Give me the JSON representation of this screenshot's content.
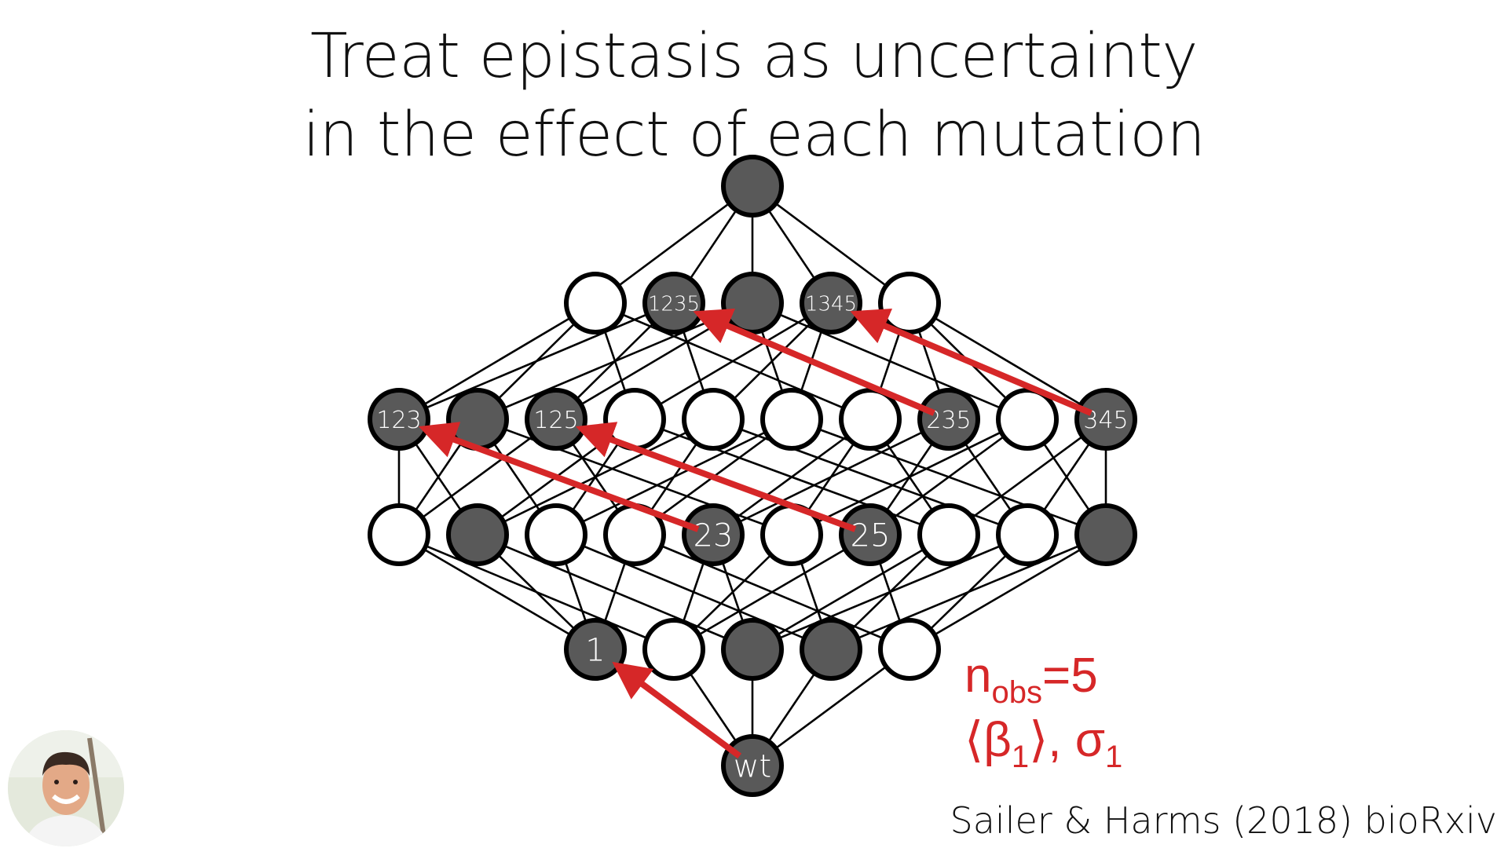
{
  "slide": {
    "title_line1": "Treat epistasis as uncertainty",
    "title_line2": "in the effect of each mutation",
    "citation": "Sailer & Harms (2018) bioRxiv"
  },
  "annotation": {
    "n_base": "n",
    "n_sub": "obs",
    "n_value": "=5",
    "beta_open": "⟨β",
    "beta_sub": "1",
    "beta_close": "⟩, σ",
    "sigma_sub": "1"
  },
  "colors": {
    "filled_node": "#595959",
    "empty_node": "#ffffff",
    "edge": "#000000",
    "arrow": "#d62728",
    "annotation": "#d62728"
  },
  "diagram": {
    "type": "genotype-phenotype map lattice",
    "rows": [
      {
        "order": 5,
        "nodes": [
          {
            "id": "12345",
            "label": "",
            "filled": true,
            "muts": [
              1,
              2,
              3,
              4,
              5
            ]
          }
        ]
      },
      {
        "order": 4,
        "nodes": [
          {
            "id": "1234",
            "label": "",
            "filled": false,
            "muts": [
              1,
              2,
              3,
              4
            ]
          },
          {
            "id": "1235",
            "label": "1235",
            "filled": true,
            "muts": [
              1,
              2,
              3,
              5
            ]
          },
          {
            "id": "1245",
            "label": "",
            "filled": true,
            "muts": [
              1,
              2,
              4,
              5
            ]
          },
          {
            "id": "1345",
            "label": "1345",
            "filled": true,
            "muts": [
              1,
              3,
              4,
              5
            ]
          },
          {
            "id": "2345",
            "label": "",
            "filled": false,
            "muts": [
              2,
              3,
              4,
              5
            ]
          }
        ]
      },
      {
        "order": 3,
        "nodes": [
          {
            "id": "123",
            "label": "123",
            "filled": true,
            "muts": [
              1,
              2,
              3
            ]
          },
          {
            "id": "124",
            "label": "",
            "filled": true,
            "muts": [
              1,
              2,
              4
            ]
          },
          {
            "id": "125",
            "label": "125",
            "filled": true,
            "muts": [
              1,
              2,
              5
            ]
          },
          {
            "id": "134",
            "label": "",
            "filled": false,
            "muts": [
              1,
              3,
              4
            ]
          },
          {
            "id": "135",
            "label": "",
            "filled": false,
            "muts": [
              1,
              3,
              5
            ]
          },
          {
            "id": "145",
            "label": "",
            "filled": false,
            "muts": [
              1,
              4,
              5
            ]
          },
          {
            "id": "234",
            "label": "",
            "filled": false,
            "muts": [
              2,
              3,
              4
            ]
          },
          {
            "id": "235",
            "label": "235",
            "filled": true,
            "muts": [
              2,
              3,
              5
            ]
          },
          {
            "id": "245",
            "label": "",
            "filled": false,
            "muts": [
              2,
              4,
              5
            ]
          },
          {
            "id": "345",
            "label": "345",
            "filled": true,
            "muts": [
              3,
              4,
              5
            ]
          }
        ]
      },
      {
        "order": 2,
        "nodes": [
          {
            "id": "12",
            "label": "",
            "filled": false,
            "muts": [
              1,
              2
            ]
          },
          {
            "id": "13",
            "label": "",
            "filled": true,
            "muts": [
              1,
              3
            ]
          },
          {
            "id": "14",
            "label": "",
            "filled": false,
            "muts": [
              1,
              4
            ]
          },
          {
            "id": "15",
            "label": "",
            "filled": false,
            "muts": [
              1,
              5
            ]
          },
          {
            "id": "23",
            "label": "23",
            "filled": true,
            "muts": [
              2,
              3
            ]
          },
          {
            "id": "24",
            "label": "",
            "filled": false,
            "muts": [
              2,
              4
            ]
          },
          {
            "id": "25",
            "label": "25",
            "filled": true,
            "muts": [
              2,
              5
            ]
          },
          {
            "id": "34",
            "label": "",
            "filled": false,
            "muts": [
              3,
              4
            ]
          },
          {
            "id": "35",
            "label": "",
            "filled": false,
            "muts": [
              3,
              5
            ]
          },
          {
            "id": "45",
            "label": "",
            "filled": true,
            "muts": [
              4,
              5
            ]
          }
        ]
      },
      {
        "order": 1,
        "nodes": [
          {
            "id": "1",
            "label": "1",
            "filled": true,
            "muts": [
              1
            ]
          },
          {
            "id": "2",
            "label": "",
            "filled": false,
            "muts": [
              2
            ]
          },
          {
            "id": "3",
            "label": "",
            "filled": true,
            "muts": [
              3
            ]
          },
          {
            "id": "4",
            "label": "",
            "filled": true,
            "muts": [
              4
            ]
          },
          {
            "id": "5",
            "label": "",
            "filled": false,
            "muts": [
              5
            ]
          }
        ]
      },
      {
        "order": 0,
        "nodes": [
          {
            "id": "wt",
            "label": "wt",
            "filled": true,
            "muts": []
          }
        ]
      }
    ],
    "arrows": [
      {
        "from": "wt",
        "to": "1"
      },
      {
        "from": "23",
        "to": "123"
      },
      {
        "from": "25",
        "to": "125"
      },
      {
        "from": "235",
        "to": "1235"
      },
      {
        "from": "345",
        "to": "1345"
      }
    ]
  }
}
